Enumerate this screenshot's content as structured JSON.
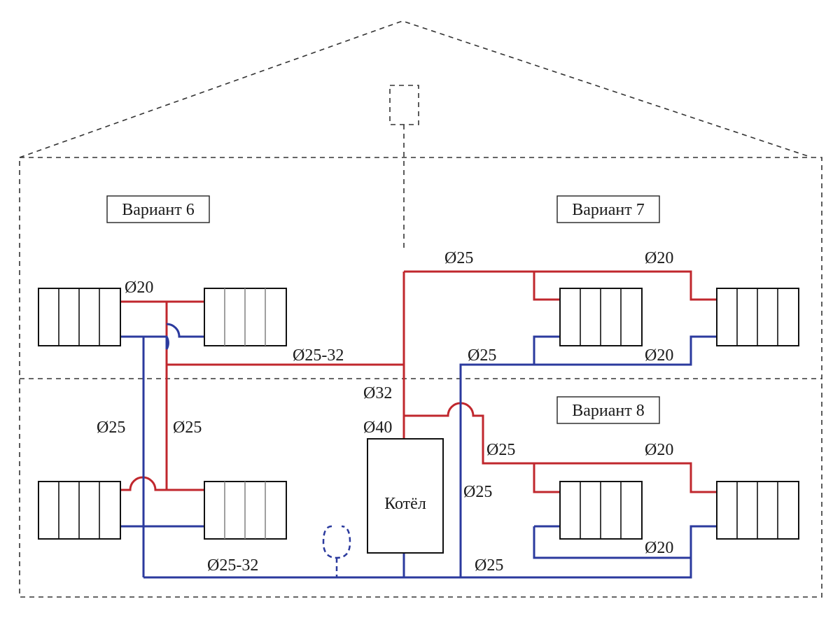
{
  "variants": {
    "v6": "Вариант 6",
    "v7": "Вариант 7",
    "v8": "Вариант 8"
  },
  "boiler": "Котёл",
  "pipes": {
    "p_top_left_20": "Ø20",
    "p_main_25_32_upper": "Ø25-32",
    "p_left_25": "Ø25",
    "p_mid_left_25": "Ø25",
    "p_bottom_25_32": "Ø25-32",
    "p_riser_32": "Ø32",
    "p_boiler_40": "Ø40",
    "p_v7_supply_25": "Ø25",
    "p_v7_supply_20": "Ø20",
    "p_v7_return_25": "Ø25",
    "p_v7_return_20": "Ø20",
    "p_v8_supply_25": "Ø25",
    "p_v8_supply_20": "Ø20",
    "p_v8_return_riser_25": "Ø25",
    "p_v8_return_20": "Ø20",
    "p_bottom_right_25": "Ø25"
  },
  "colors": {
    "supply": "#c0272d",
    "return": "#2b3a9e",
    "outline": "#333333"
  }
}
